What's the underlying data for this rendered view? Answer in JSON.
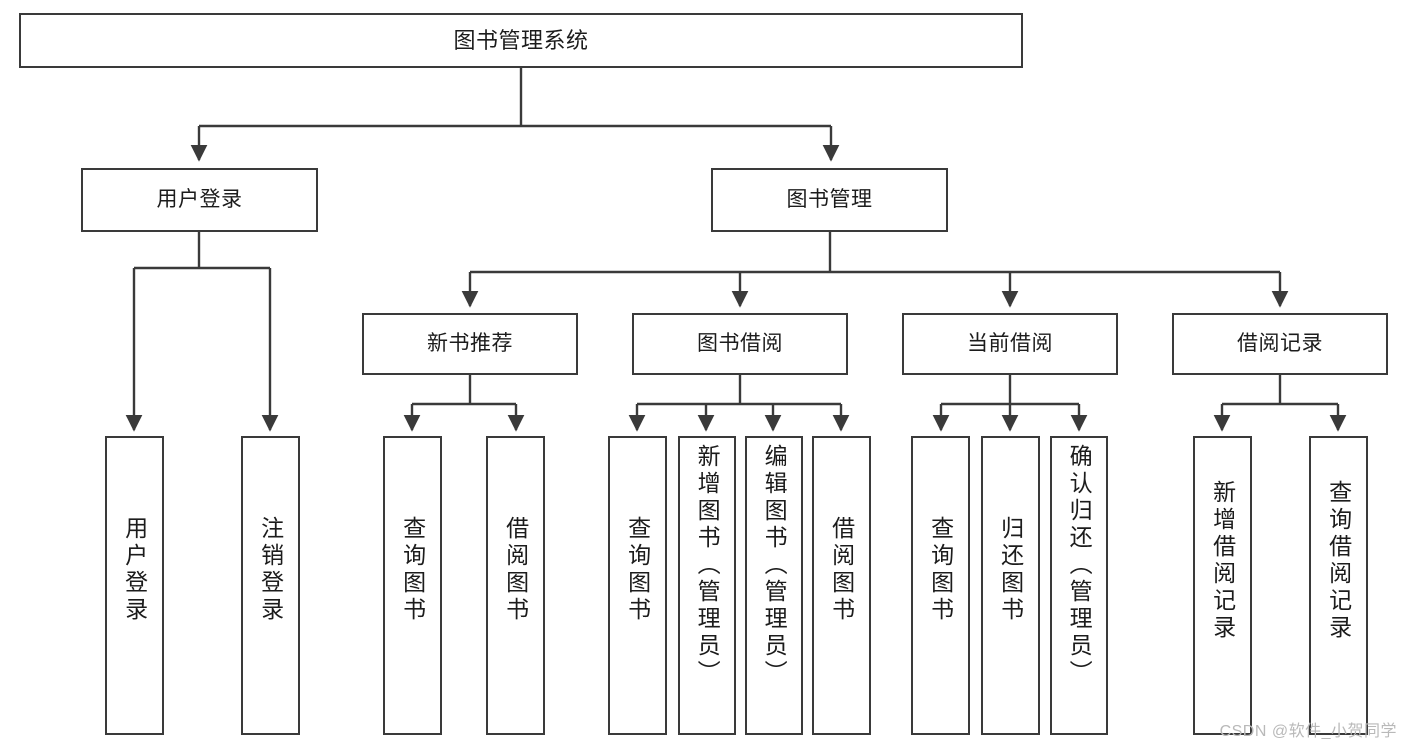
{
  "diagram": {
    "title": "图书管理系统",
    "type": "tree",
    "root": {
      "label": "图书管理系统"
    },
    "level2": [
      {
        "label": "用户登录"
      },
      {
        "label": "图书管理"
      }
    ],
    "level3": [
      {
        "label": "新书推荐"
      },
      {
        "label": "图书借阅"
      },
      {
        "label": "当前借阅"
      },
      {
        "label": "借阅记录"
      }
    ],
    "leaves": {
      "user_login": [
        {
          "label": "用户登录"
        },
        {
          "label": "注销登录"
        }
      ],
      "new_book": [
        {
          "label": "查询图书"
        },
        {
          "label": "借阅图书"
        }
      ],
      "book_borrow": [
        {
          "label": "查询图书"
        },
        {
          "label": "新增图书（管理员）"
        },
        {
          "label": "编辑图书（管理员）"
        },
        {
          "label": "借阅图书"
        }
      ],
      "current_borrow": [
        {
          "label": "查询图书"
        },
        {
          "label": "归还图书"
        },
        {
          "label": "确认归还（管理员）"
        }
      ],
      "borrow_record": [
        {
          "label": "新增借阅记录"
        },
        {
          "label": "查询借阅记录"
        }
      ]
    }
  },
  "watermark": {
    "text": "CSDN @软件_小贺同学"
  },
  "colors": {
    "border": "#3a3a3a",
    "text": "#1c1c1c",
    "background": "#ffffff",
    "watermark": "#b9b9b9"
  }
}
